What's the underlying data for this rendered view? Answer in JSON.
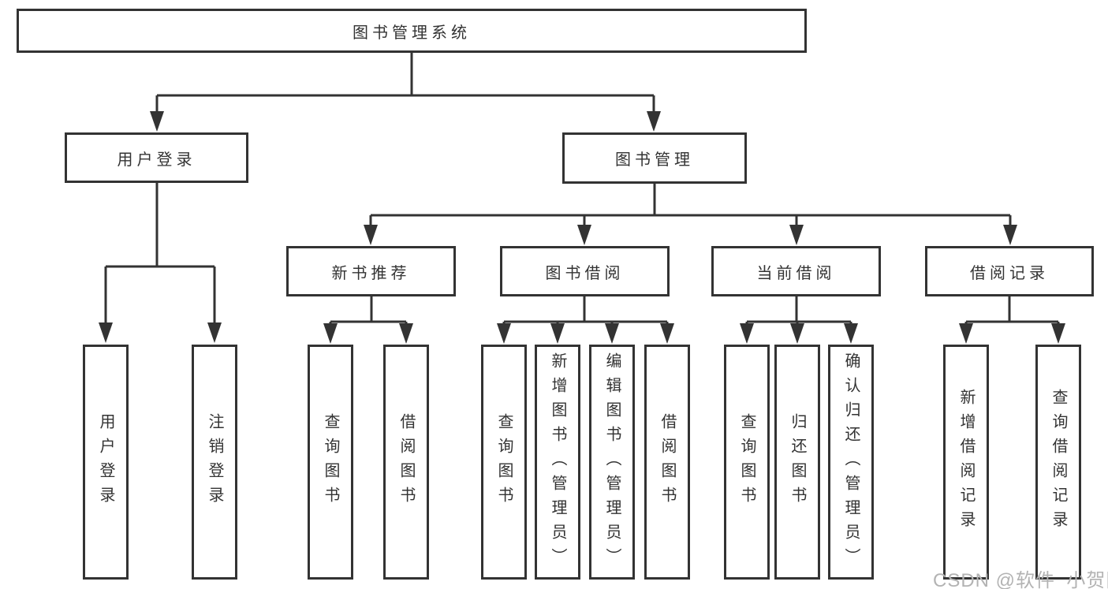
{
  "diagram": {
    "type": "hierarchy-tree",
    "nodes": {
      "root": "图书管理系统",
      "user_login": "用户登录",
      "book_management": "图书管理",
      "new_book_recommend": "新书推荐",
      "book_borrow": "图书借阅",
      "current_borrow": "当前借阅",
      "borrow_record": "借阅记录",
      "leaf_user_login": "用户登录",
      "leaf_logout": "注销登录",
      "leaf_query_book_new": "查询图书",
      "leaf_borrow_book_new": "借阅图书",
      "leaf_query_book_borrow": "查询图书",
      "leaf_add_book": "新增图书（管理员）",
      "leaf_edit_book": "编辑图书（管理员）",
      "leaf_borrow_book_borrow": "借阅图书",
      "leaf_query_book_current": "查询图书",
      "leaf_return_book": "归还图书",
      "leaf_confirm_return": "确认归还（管理员）",
      "leaf_add_borrow_record": "新增借阅记录",
      "leaf_query_borrow_record": "查询借阅记录"
    },
    "structure": [
      {
        "parent": "图书管理系统",
        "children": [
          "用户登录",
          "图书管理"
        ]
      },
      {
        "parent": "用户登录",
        "children": [
          "用户登录",
          "注销登录"
        ]
      },
      {
        "parent": "图书管理",
        "children": [
          "新书推荐",
          "图书借阅",
          "当前借阅",
          "借阅记录"
        ]
      },
      {
        "parent": "新书推荐",
        "children": [
          "查询图书",
          "借阅图书"
        ]
      },
      {
        "parent": "图书借阅",
        "children": [
          "查询图书",
          "新增图书（管理员）",
          "编辑图书（管理员）",
          "借阅图书"
        ]
      },
      {
        "parent": "当前借阅",
        "children": [
          "查询图书",
          "归还图书",
          "确认归还（管理员）"
        ]
      },
      {
        "parent": "借阅记录",
        "children": [
          "新增借阅记录",
          "查询借阅记录"
        ]
      }
    ]
  },
  "watermark": {
    "text": "CSDN @软件_小贺同学"
  },
  "colors": {
    "line": "#333333",
    "node_border": "#333333",
    "node_text": "#333333",
    "watermark": "#b3b3b3",
    "background": "#ffffff"
  }
}
